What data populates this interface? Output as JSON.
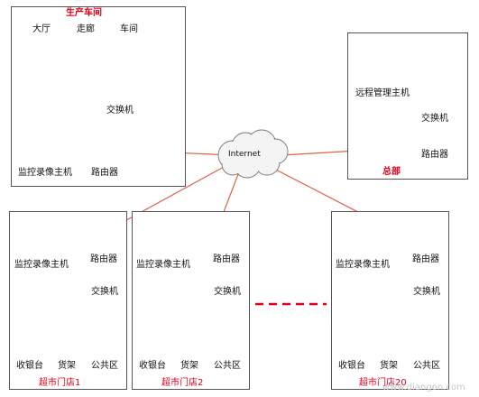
{
  "diagram": {
    "production": {
      "title": "生产车间",
      "cameras": [
        "大厅",
        "走廊",
        "车间"
      ],
      "switch": "交换机",
      "recorder": "监控录像主机",
      "router": "路由器"
    },
    "hq": {
      "title": "总部",
      "host": "远程管理主机",
      "switch": "交换机",
      "router": "路由器"
    },
    "cloud": "Internet",
    "stores": [
      {
        "title": "超市门店1",
        "recorder": "监控录像主机",
        "router": "路由器",
        "switch": "交换机",
        "cameras": [
          "收银台",
          "货架",
          "公共区"
        ]
      },
      {
        "title": "超市门店2",
        "recorder": "监控录像主机",
        "router": "路由器",
        "switch": "交换机",
        "cameras": [
          "收银台",
          "货架",
          "公共区"
        ]
      },
      {
        "title": "超市门店20",
        "recorder": "监控录像主机",
        "router": "路由器",
        "switch": "交换机",
        "cameras": [
          "收银台",
          "货架",
          "公共区"
        ]
      }
    ],
    "watermark": "www.diangon.com"
  },
  "colors": {
    "wan_link": "#e0604a",
    "lan_link": "#1f4f9a",
    "label_accent": "#e0001b",
    "device_blue": "#2f6db5"
  }
}
